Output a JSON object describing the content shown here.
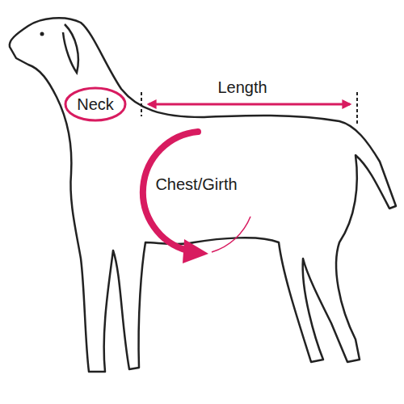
{
  "diagram": {
    "nodes": [
      {
        "text": [
          "Neck"
        ]
      }
    ],
    "labels": [
      "Length",
      "Chest/Girth"
    ]
  }
}
